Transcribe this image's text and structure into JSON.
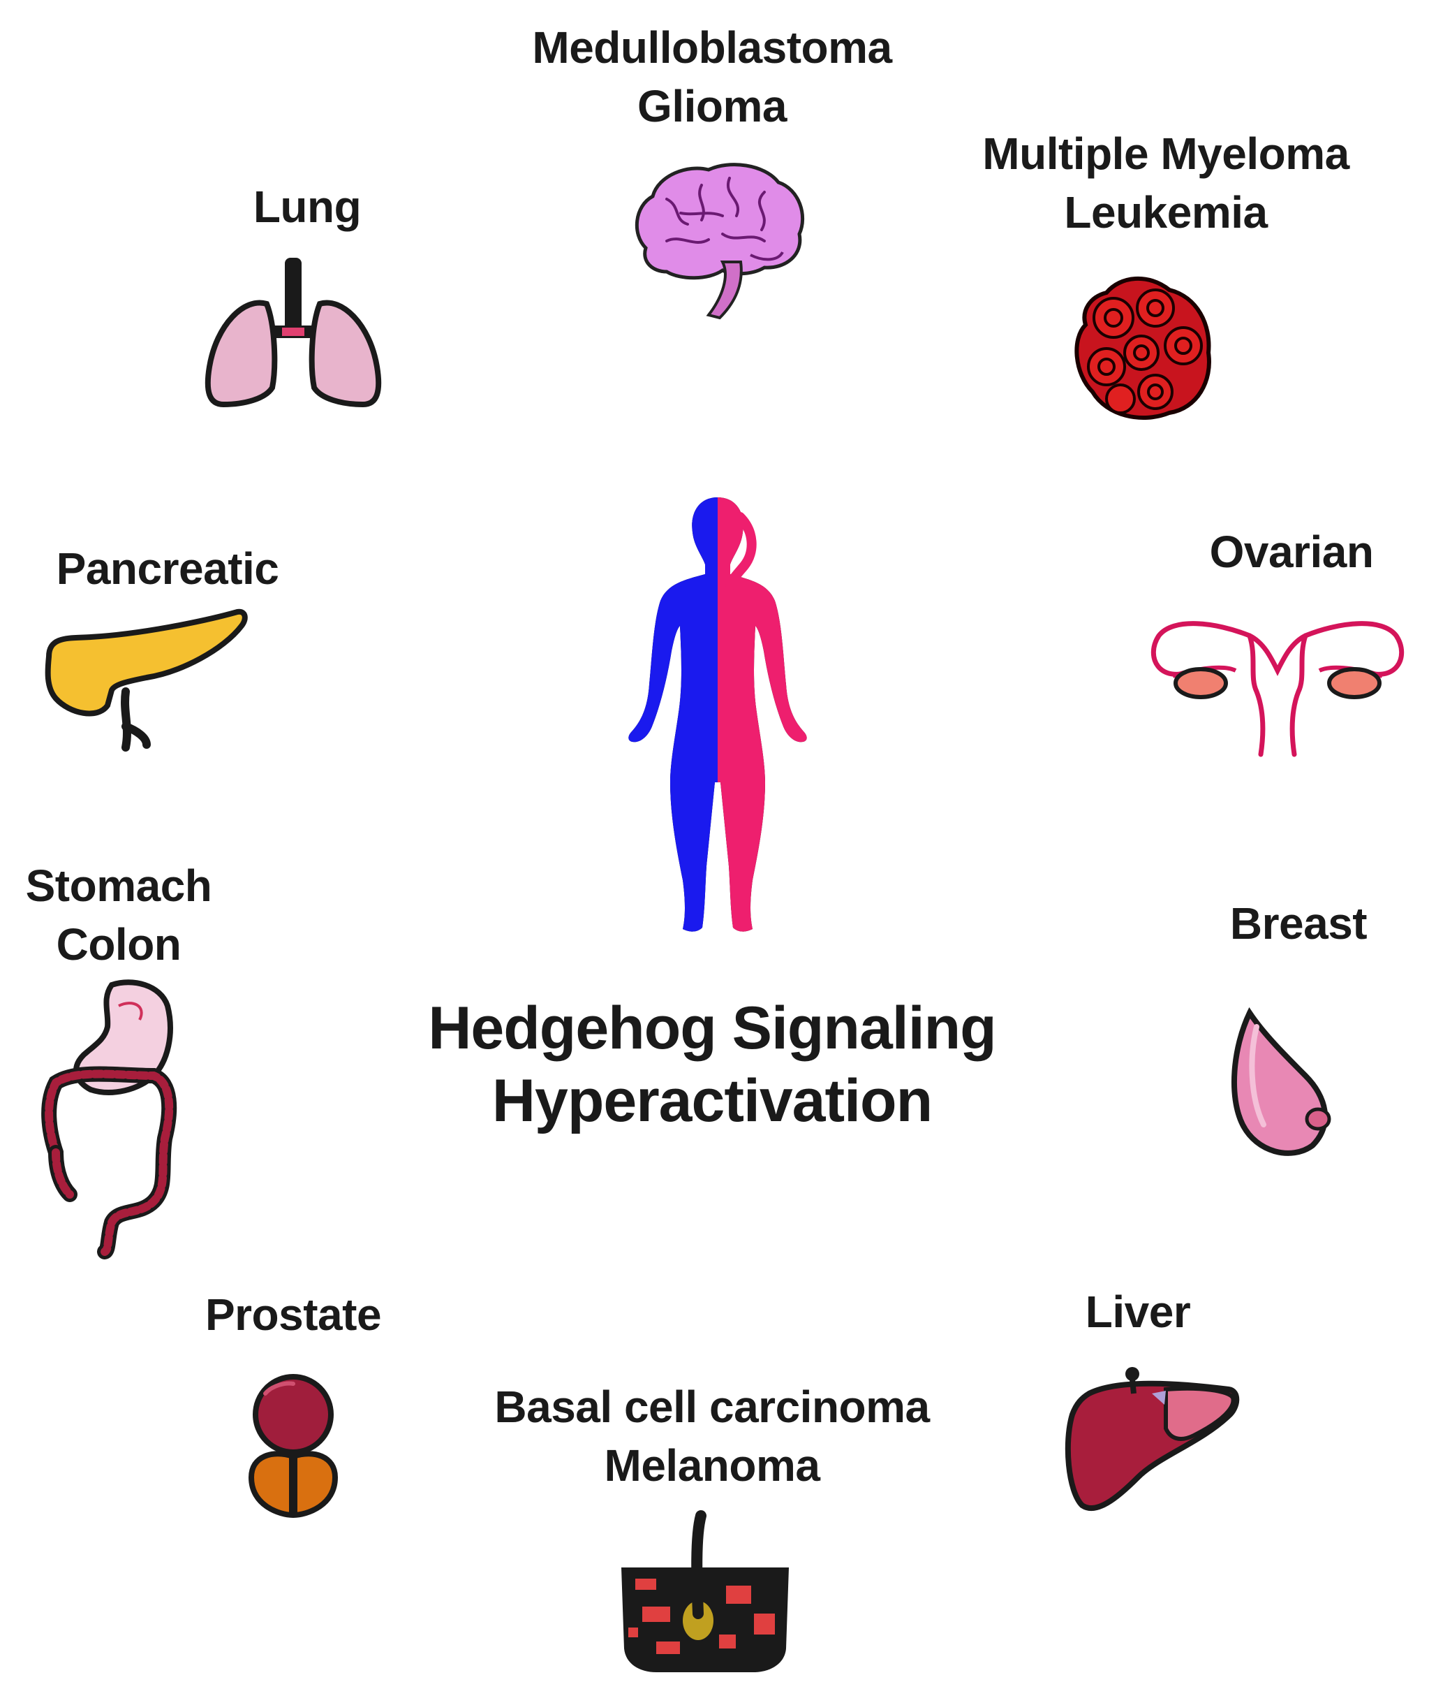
{
  "title": {
    "line1": "Hedgehog Signaling",
    "line2": "Hyperactivation"
  },
  "organs": {
    "brain": {
      "lines": [
        "Medulloblastoma",
        "Glioma"
      ],
      "icon": "brain-icon"
    },
    "blood": {
      "lines": [
        "Multiple Myeloma",
        "Leukemia"
      ],
      "icon": "blood-cells-icon"
    },
    "lung": {
      "lines": [
        "Lung"
      ],
      "icon": "lungs-icon"
    },
    "pancreas": {
      "lines": [
        "Pancreatic"
      ],
      "icon": "pancreas-icon"
    },
    "ovary": {
      "lines": [
        "Ovarian"
      ],
      "icon": "ovaries-icon"
    },
    "gut": {
      "lines": [
        "Stomach",
        "Colon"
      ],
      "icon": "stomach-colon-icon"
    },
    "breast": {
      "lines": [
        "Breast"
      ],
      "icon": "breast-icon"
    },
    "prostate": {
      "lines": [
        "Prostate"
      ],
      "icon": "prostate-icon"
    },
    "liver": {
      "lines": [
        "Liver"
      ],
      "icon": "liver-icon"
    },
    "skin": {
      "lines": [
        "Basal cell carcinoma",
        "Melanoma"
      ],
      "icon": "skin-icon"
    }
  },
  "colors": {
    "male": "#1a1aee",
    "female": "#ee1f6e",
    "brain": "#e08ce8",
    "blood": "#c8141e",
    "lung": "#e8b4cc",
    "pancreas": "#f5c030",
    "ovary": "#d4145a",
    "liver": "#a81e3c",
    "prostate": "#a01e3c",
    "prostate_base": "#d97010"
  }
}
